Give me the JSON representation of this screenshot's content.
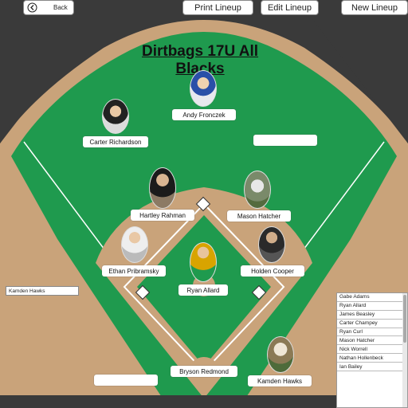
{
  "toolbar": {
    "back_label": "Back",
    "back_icon": "back-arrow-icon",
    "print_label": "Print Lineup",
    "edit_label": "Edit Lineup",
    "new_label": "New Lineup"
  },
  "team": {
    "title": "Dirtbags 17U All Blacks"
  },
  "positions": {
    "center_field": "Andy Fronczek",
    "left_field": "Carter Richardson",
    "right_field": "",
    "shortstop": "Hartley Rahman",
    "second_base": "Mason Hatcher",
    "third_base": "Ethan Pribramsky",
    "first_base": "Holden Cooper",
    "pitcher": "Ryan Allard",
    "catcher": "Bryson Redmond",
    "extra_left": "",
    "extra_right": "Kamden Hawks"
  },
  "bench_selected": "Kamden Hawks",
  "roster": [
    "Gabe Adams",
    "Ryan Allard",
    "James Beasley",
    "Carter Champey",
    "Ryan Curl",
    "Mason Hatcher",
    "Nick Worrell",
    "Nathan Hollenbeck",
    "Ian Bailey"
  ],
  "colors": {
    "grass": "#1f9a4e",
    "dirt": "#c9a37a",
    "background": "#3a3a3a"
  }
}
